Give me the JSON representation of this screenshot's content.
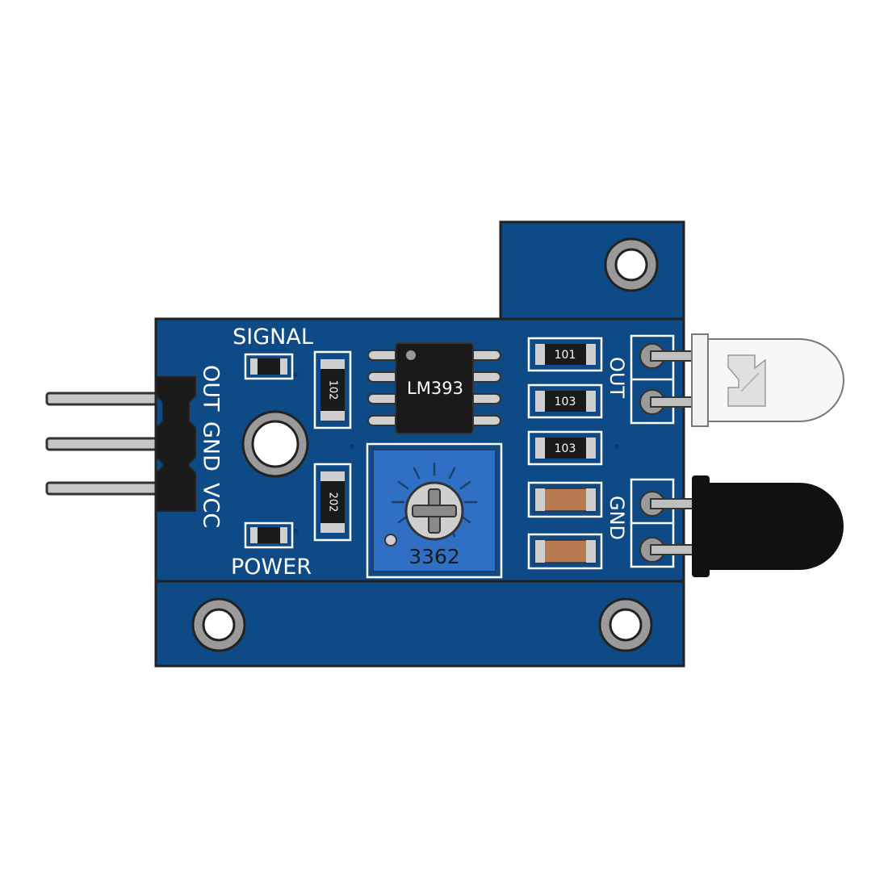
{
  "colors": {
    "board": "#0d4a86",
    "board_edge": "#0a3a6b",
    "silk": "#ffffff",
    "chip": "#1a1a1a",
    "pot_body": "#2f6fc4",
    "capacitor": "#b87a52",
    "pin": "#bfbfbf",
    "led_clear": "#f4f4f4",
    "led_dark": "#111111"
  },
  "labels": {
    "signal": "SIGNAL",
    "power": "POWER",
    "header_out": "OUT",
    "header_gnd": "GND",
    "header_vcc": "VCC",
    "emitter_out": "OUT",
    "receiver_gnd": "GND",
    "comparator": "LM393",
    "potentiometer": "3362"
  },
  "resistors": {
    "r_102": "102",
    "r_202": "202",
    "r_101": "101",
    "r_103_a": "103",
    "r_103_b": "103"
  },
  "icons": {
    "trimmer": "cross-screw-icon",
    "led_emitter": "clear-led-icon",
    "led_receiver": "black-photodiode-icon"
  }
}
